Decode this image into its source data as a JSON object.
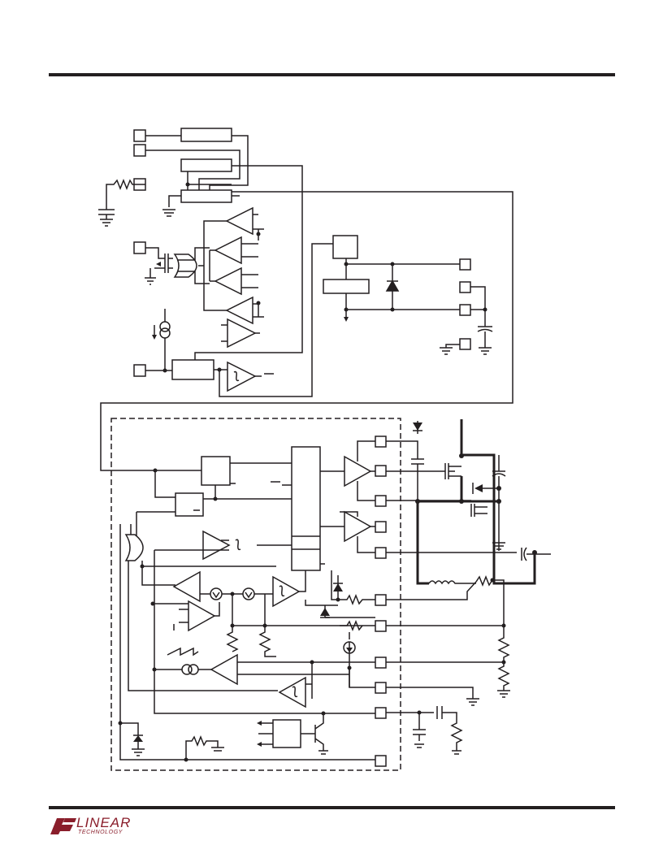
{
  "footer": {
    "logo_text": "LINEAR",
    "logo_subtext": "TECHNOLOGY"
  },
  "colors": {
    "ink": "#231f20",
    "brand": "#8a1e2b"
  },
  "diagram": {
    "type": "block-diagram",
    "labels": []
  }
}
